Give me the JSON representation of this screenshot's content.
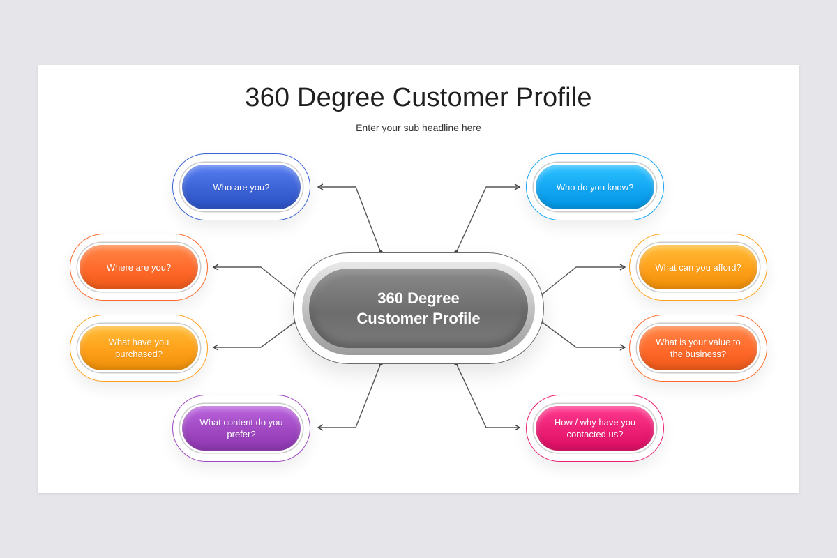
{
  "title": "360 Degree Customer Profile",
  "subtitle": "Enter your sub headline here",
  "center": {
    "label": "360 Degree\nCustomer Profile"
  },
  "nodes": [
    {
      "label": "Who are you?",
      "color": "#3c63d6"
    },
    {
      "label": "Where are you?",
      "color": "#ff6a2b"
    },
    {
      "label": "What have you purchased?",
      "color": "#ffa01a"
    },
    {
      "label": "What content do you prefer?",
      "color": "#9f48c2"
    },
    {
      "label": "Who do you know?",
      "color": "#12a6f3"
    },
    {
      "label": "What can you afford?",
      "color": "#ffa01a"
    },
    {
      "label": "What is your value to the business?",
      "color": "#ff6a2b"
    },
    {
      "label": "How / why have you contacted us?",
      "color": "#ec1f74"
    }
  ]
}
